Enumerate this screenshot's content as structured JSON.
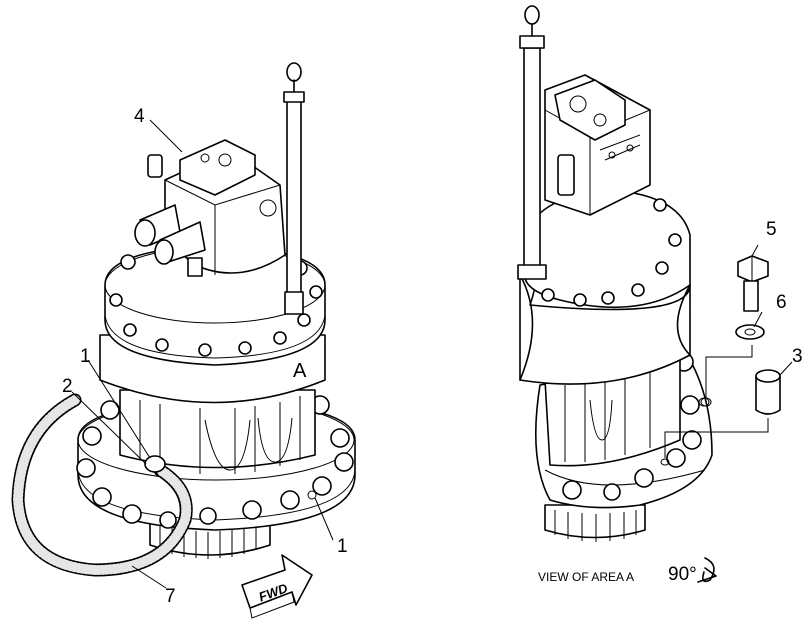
{
  "callouts": {
    "c1_top": "1",
    "c2": "2",
    "c4": "4",
    "c1_bottom": "1",
    "c7": "7",
    "c5": "5",
    "c6": "6",
    "c3": "3"
  },
  "area_letter": "A",
  "fwd_label": "FWD",
  "view_caption": "VIEW OF AREA A",
  "rotation_label": "90°",
  "colors": {
    "ink": "#000000",
    "paper": "#ffffff",
    "hose_fill": "#e6e6e6"
  }
}
